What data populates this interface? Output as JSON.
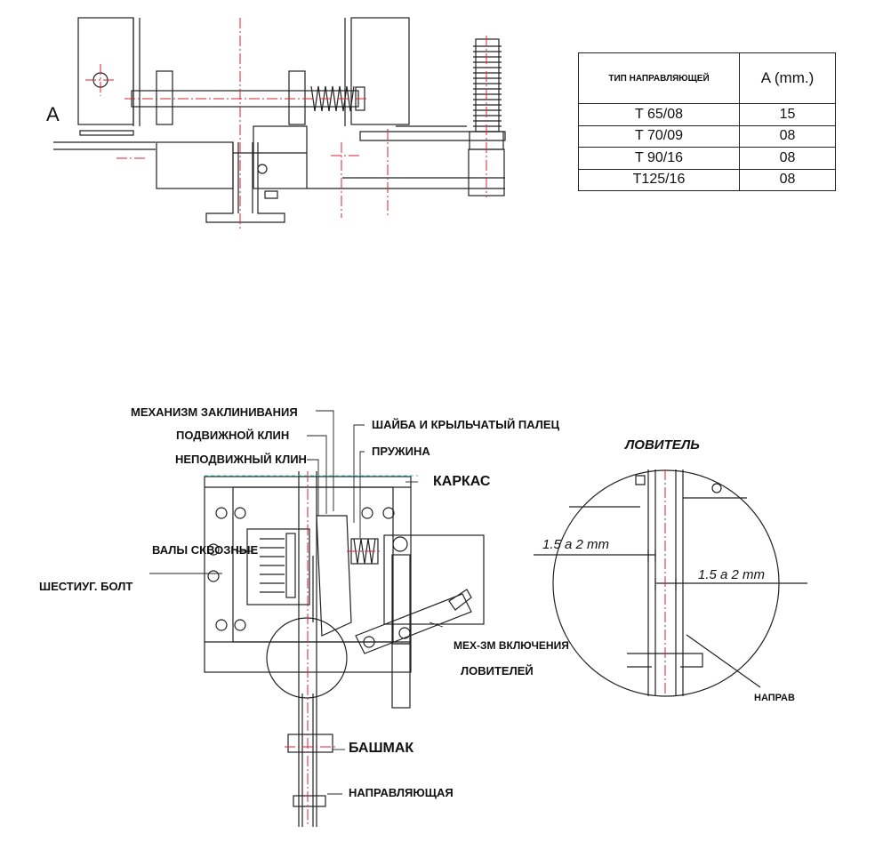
{
  "top_view": {
    "section_label": "A"
  },
  "guide_table": {
    "headers": [
      "ТИП НАПРАВЛЯЮЩЕЙ",
      "A (mm.)"
    ],
    "rows": [
      {
        "type": "T 65/08",
        "a": "15"
      },
      {
        "type": "T 70/09",
        "a": "08"
      },
      {
        "type": "T 90/16",
        "a": "08"
      },
      {
        "type": "T125/16",
        "a": "08"
      }
    ]
  },
  "assembly": {
    "labels": {
      "wedge_mechanism": "МЕХАНИЗМ ЗАКЛИНИВАНИЯ",
      "movable_wedge": "ПОДВИЖНОЙ КЛИН",
      "fixed_wedge": "НЕПОДВИЖНЫЙ КЛИН",
      "washer_pin": "ШАЙБА И КРЫЛЬЧАТЫЙ ПАЛЕЦ",
      "spring": "ПРУЖИНА",
      "frame": "КАРКАС",
      "through_shafts": "ВАЛЫ СКВОЗНЫЕ",
      "hex_bolt": "ШЕСТИУГ.  БОЛТ",
      "activation_1": "МЕХ-ЗМ ВКЛЮЧЕНИЯ",
      "activation_2": "ЛОВИТЕЛЕЙ",
      "shoe": "БАШМАК",
      "guide_rail": "НАПРАВЛЯЮЩАЯ"
    }
  },
  "detail": {
    "title": "ЛОВИТЕЛЬ",
    "gap_1": "1.5 a 2 mm",
    "gap_2": "1.5 a 2 mm",
    "rail_label": "НАПРАВ"
  }
}
